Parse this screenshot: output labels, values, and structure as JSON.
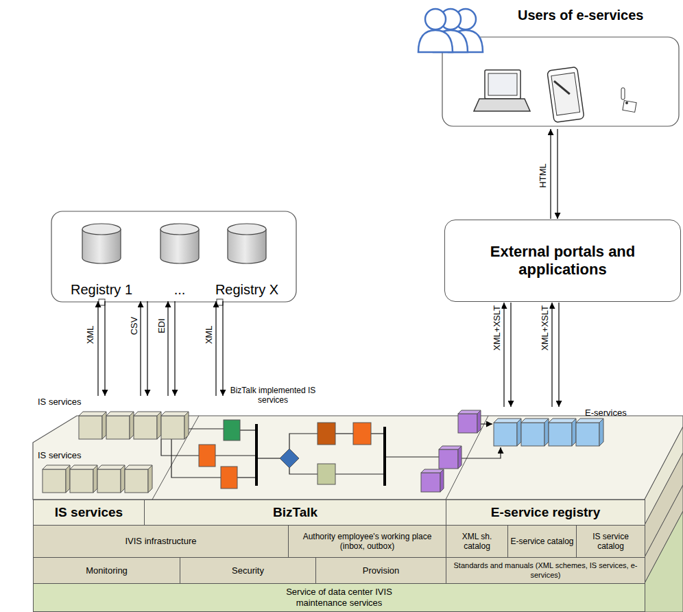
{
  "diagram": {
    "nodes": [
      {
        "text": [
          "Users of e-services"
        ]
      },
      {
        "text": [
          "External portals and applications"
        ]
      },
      {
        "text": [
          "Registry 1"
        ]
      },
      {
        "text": [
          "..."
        ]
      },
      {
        "text": [
          "Registry X"
        ]
      },
      {
        "text": [
          "IS services"
        ]
      },
      {
        "text": [
          "IS services"
        ]
      },
      {
        "text": [
          "E-services"
        ]
      },
      {
        "text": [
          "IS services"
        ]
      },
      {
        "text": [
          "BizTalk"
        ]
      },
      {
        "text": [
          "E-service registry"
        ]
      },
      {
        "text": [
          "IVIS infrastructure"
        ]
      },
      {
        "text": [
          "Authority employee's working place (inbox, outbox)"
        ]
      },
      {
        "text": [
          "XML sh. catalog"
        ]
      },
      {
        "text": [
          "E-service catalog"
        ]
      },
      {
        "text": [
          "IS service catalog"
        ]
      },
      {
        "text": [
          "Monitoring"
        ]
      },
      {
        "text": [
          "Security"
        ]
      },
      {
        "text": [
          "Provision"
        ]
      },
      {
        "text": [
          "Standards and manuals (XML schemes, IS services, e-services)"
        ]
      },
      {
        "text": [
          "Service of data center IVIS maintenance services"
        ]
      }
    ],
    "edges": [
      {
        "from": 0,
        "to": 1,
        "label": "HTML",
        "arrow": "both"
      },
      {
        "from": 2,
        "to": 5,
        "label": "XML",
        "arrow": "both"
      },
      {
        "from": 3,
        "to": 5,
        "label": "CSV",
        "arrow": "both"
      },
      {
        "from": 3,
        "to": 5,
        "label": "EDI",
        "arrow": "both"
      },
      {
        "from": 4,
        "to": 5,
        "label": "XML",
        "arrow": "both"
      },
      {
        "from": 1,
        "to": 7,
        "label": "XML+XSLT",
        "arrow": "both"
      },
      {
        "from": 1,
        "to": 7,
        "label": "XML+XSLT",
        "arrow": "both"
      }
    ],
    "labels": [
      "BizTalk implemented IS services"
    ]
  }
}
